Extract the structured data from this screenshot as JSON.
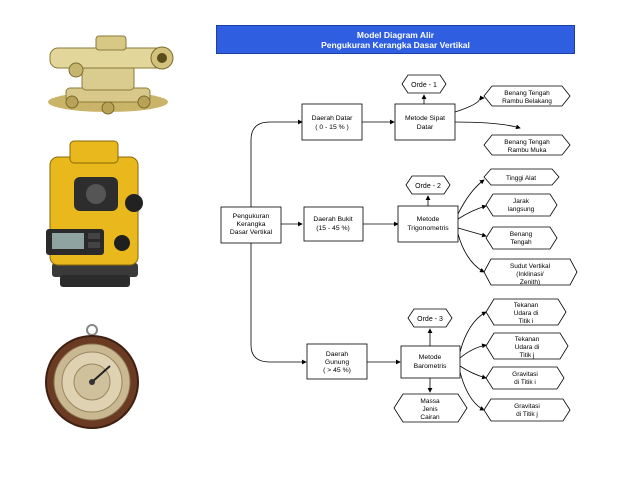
{
  "title": {
    "line1": "Model Diagram Alir",
    "line2": "Pengukuran Kerangka Dasar Vertikal"
  },
  "root": [
    "Pengukuran",
    "Kerangka",
    "Dasar Vertikal"
  ],
  "branches": [
    {
      "area": [
        "Daerah Datar",
        "( 0 - 15 % )"
      ],
      "method": [
        "Metode Sipat",
        "Datar"
      ],
      "order": "Orde - 1",
      "outputs": [
        [
          "Benang Tengah",
          "Rambu Belakang"
        ],
        [
          "Benang Tengah",
          "Rambu Muka"
        ]
      ]
    },
    {
      "area": [
        "Daerah Bukit",
        "(15 - 45 %)"
      ],
      "method": [
        "Metode",
        "Trigonometris"
      ],
      "order": "Orde - 2",
      "outputs": [
        [
          "Tinggi Alat"
        ],
        [
          "Jarak",
          "langsung"
        ],
        [
          "Benang",
          "Tengah"
        ],
        [
          "Sudut Vertikal",
          "(Inklinasi/",
          "Zenith)"
        ]
      ]
    },
    {
      "area": [
        "Daerah",
        "Gunung",
        "( > 45 %)"
      ],
      "method": [
        "Metode",
        "Barometris"
      ],
      "order": "Orde - 3",
      "outputs": [
        [
          "Tekanan",
          "Udara di",
          "Titik i"
        ],
        [
          "Tekanan",
          "Udara di",
          "Titik j"
        ],
        [
          "Gravitasi",
          "di Titik i"
        ],
        [
          "Gravitasi",
          "di Titik j"
        ]
      ],
      "extra": [
        "Massa",
        "Jenis",
        "Cairan"
      ]
    }
  ],
  "photos": [
    "automatic-level-instrument",
    "theodolite-instrument",
    "barometer-instrument"
  ],
  "colors": {
    "title_bar": "#2f5fe0",
    "instrument_yellow": "#e8b81c",
    "level_tan": "#d8c98a"
  }
}
